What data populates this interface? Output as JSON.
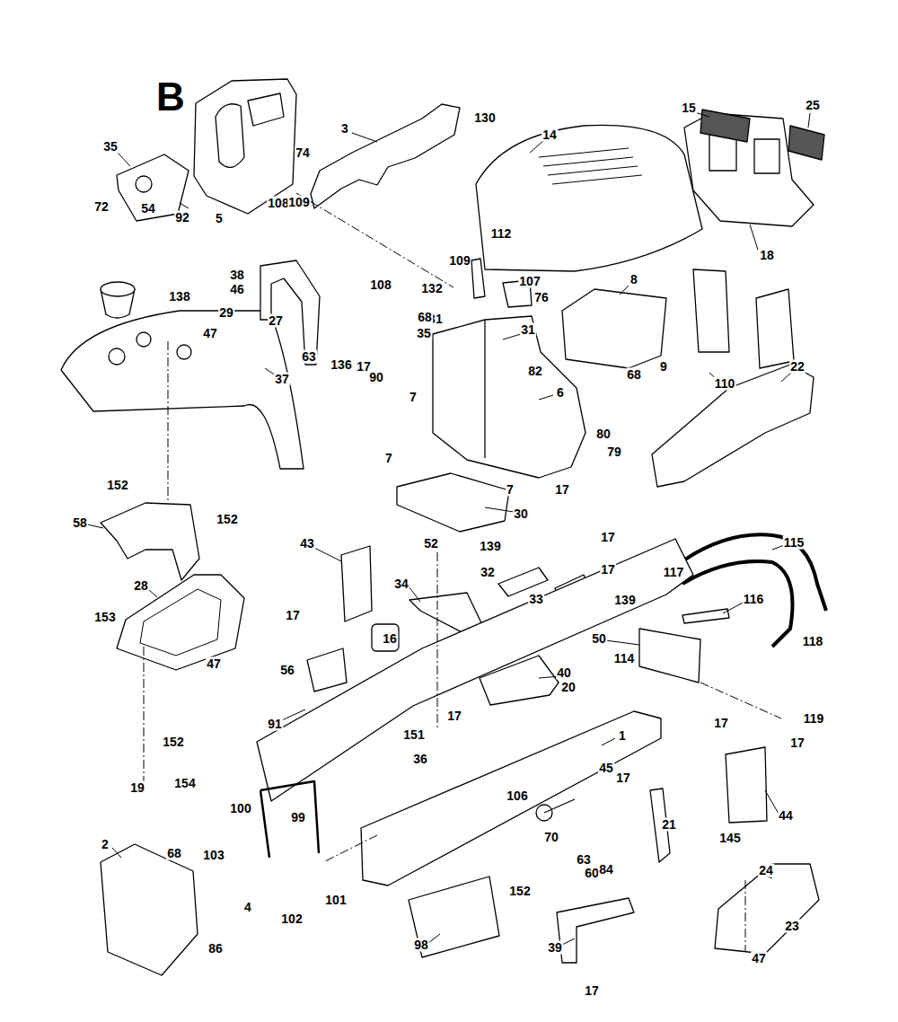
{
  "diagram": {
    "title": "B",
    "labels": [
      "35",
      "72",
      "54",
      "92",
      "5",
      "108",
      "74",
      "109",
      "3",
      "130",
      "14",
      "108",
      "132",
      "109",
      "112",
      "131",
      "107",
      "76",
      "68",
      "35",
      "31",
      "8",
      "68",
      "82",
      "6",
      "17",
      "90",
      "7",
      "7",
      "7",
      "80",
      "79",
      "17",
      "30",
      "15",
      "25",
      "18",
      "9",
      "110",
      "22",
      "38",
      "46",
      "29",
      "27",
      "63",
      "136",
      "138",
      "47",
      "37",
      "152",
      "152",
      "58",
      "28",
      "153",
      "47",
      "152",
      "154",
      "19",
      "43",
      "52",
      "34",
      "139",
      "32",
      "17",
      "17",
      "33",
      "139",
      "117",
      "115",
      "116",
      "17",
      "16",
      "56",
      "91",
      "40",
      "20",
      "17",
      "151",
      "36",
      "1",
      "50",
      "114",
      "17",
      "118",
      "119",
      "17",
      "45",
      "17",
      "106",
      "70",
      "63",
      "60",
      "84",
      "21",
      "44",
      "145",
      "100",
      "99",
      "103",
      "68",
      "2",
      "4",
      "102",
      "101",
      "86",
      "98",
      "152",
      "39",
      "17",
      "24",
      "23",
      "47"
    ]
  }
}
